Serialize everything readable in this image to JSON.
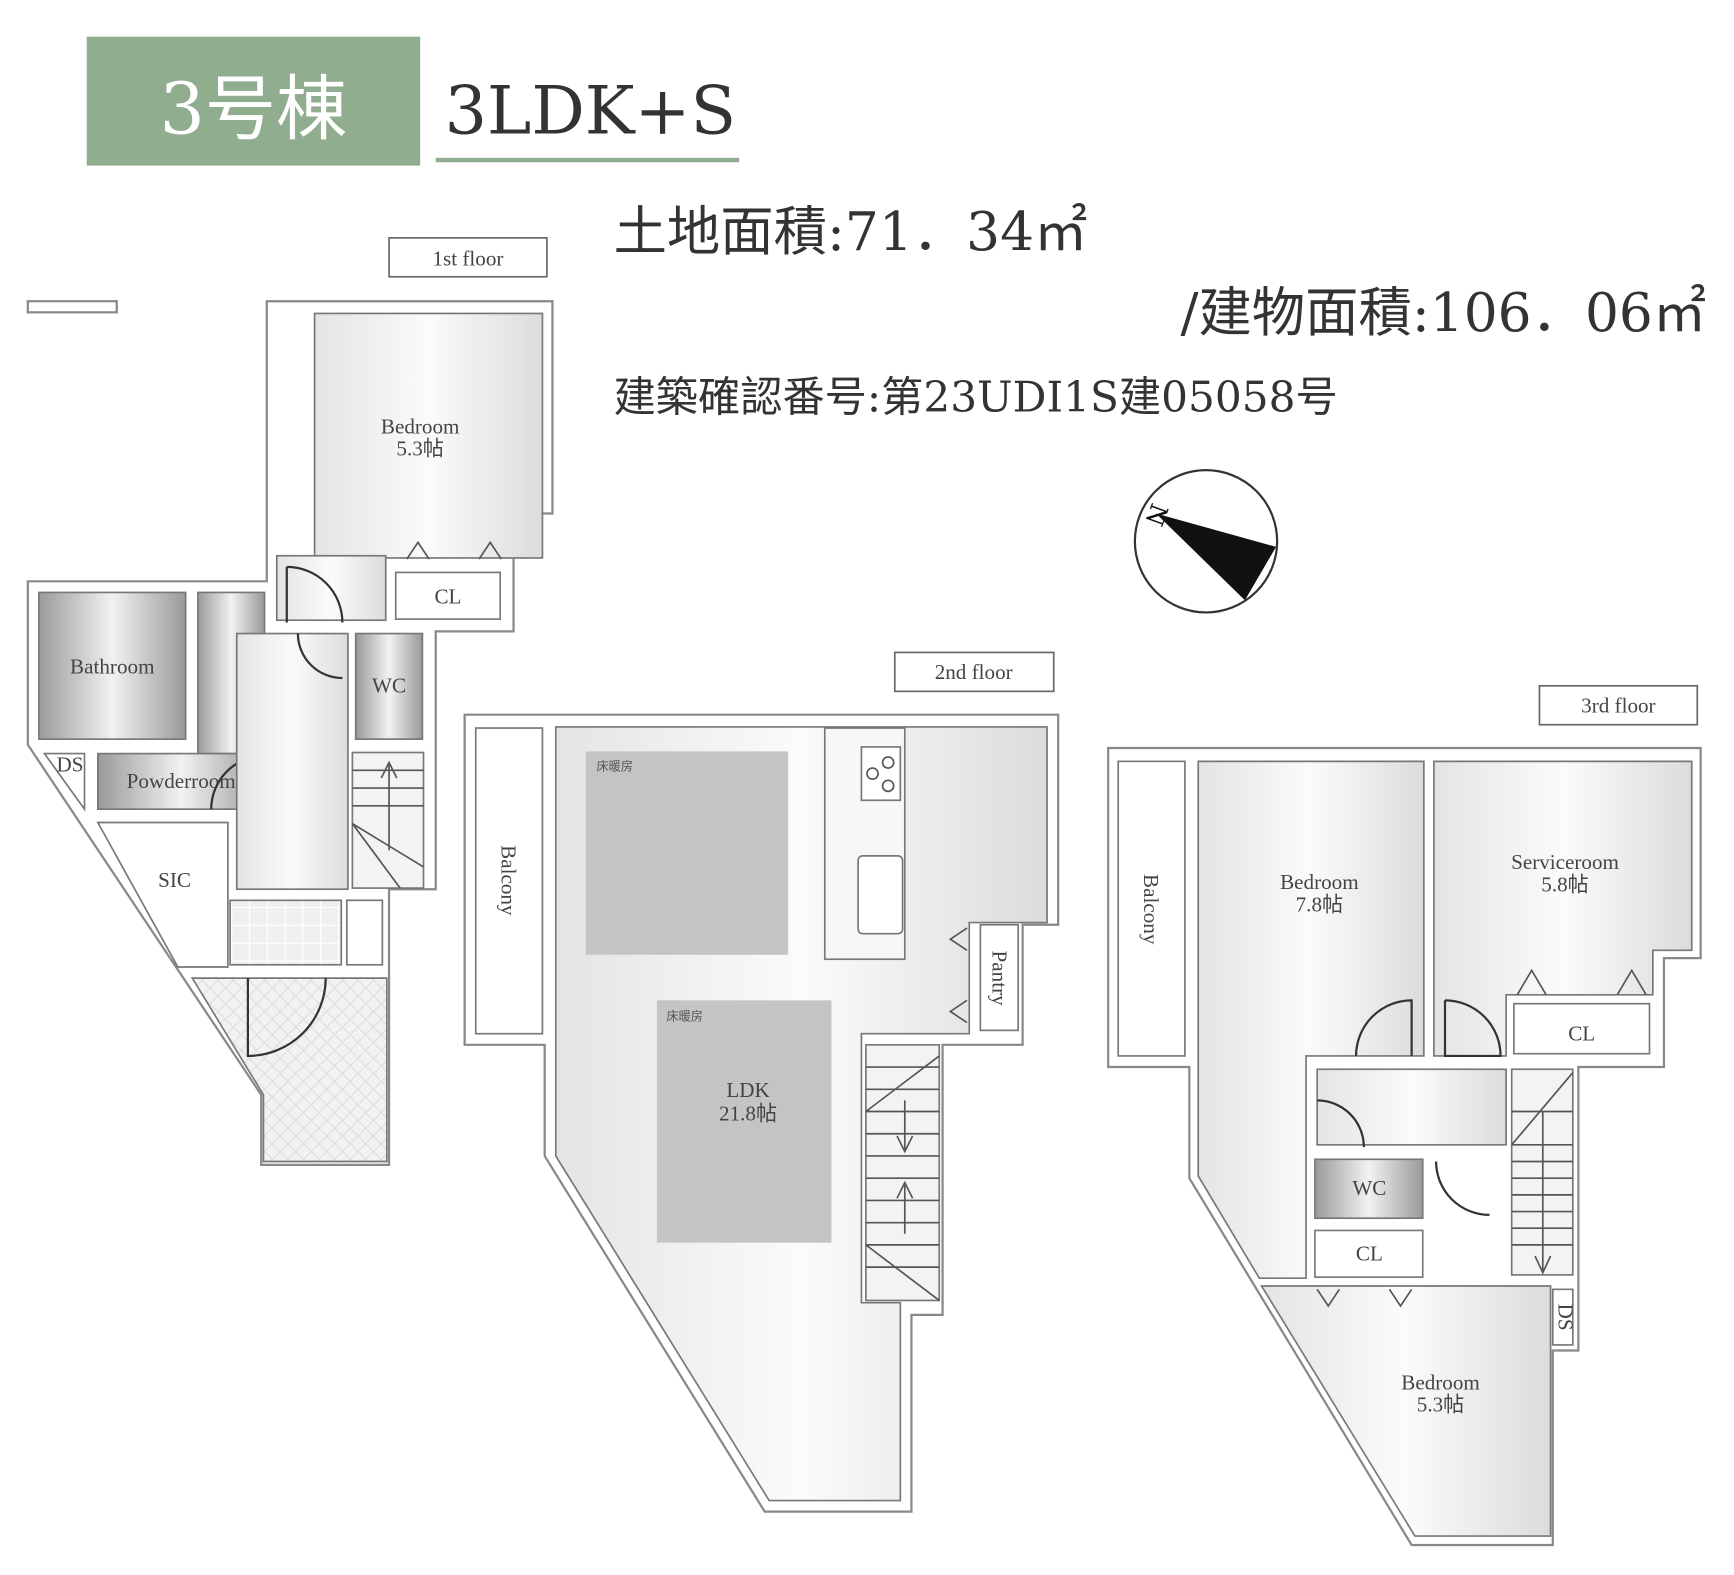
{
  "header": {
    "building": "3号棟",
    "layout_type": "3LDK+S",
    "land_area": "土地面積:71．34㎡",
    "building_area": "/建物面積:106．06㎡",
    "confirmation_number": "建築確認番号:第23UDI1S建05058号"
  },
  "colors": {
    "accent": "#90ad8f",
    "text": "#333333"
  },
  "compass": {
    "label": "N"
  },
  "floor1": {
    "title": "1st floor",
    "bedroom": {
      "name": "Bedroom",
      "size": "5.3帖"
    },
    "closet": "CL",
    "bathroom": "Bathroom",
    "wc": "WC",
    "ds": "DS",
    "powderroom": "Powderroom",
    "sic": "SIC"
  },
  "floor2": {
    "title": "2nd floor",
    "balcony": "Balcony",
    "floor_heating_1": "床暖房",
    "floor_heating_2": "床暖房",
    "ldk": {
      "name": "LDK",
      "size": "21.8帖"
    },
    "pantry": "Pantry"
  },
  "floor3": {
    "title": "3rd floor",
    "balcony": "Balcony",
    "bedroom_a": {
      "name": "Bedroom",
      "size": "7.8帖"
    },
    "serviceroom": {
      "name": "Serviceroom",
      "size": "5.8帖"
    },
    "closet_a": "CL",
    "wc": "WC",
    "closet_b": "CL",
    "ds": "DS",
    "bedroom_b": {
      "name": "Bedroom",
      "size": "5.3帖"
    }
  }
}
